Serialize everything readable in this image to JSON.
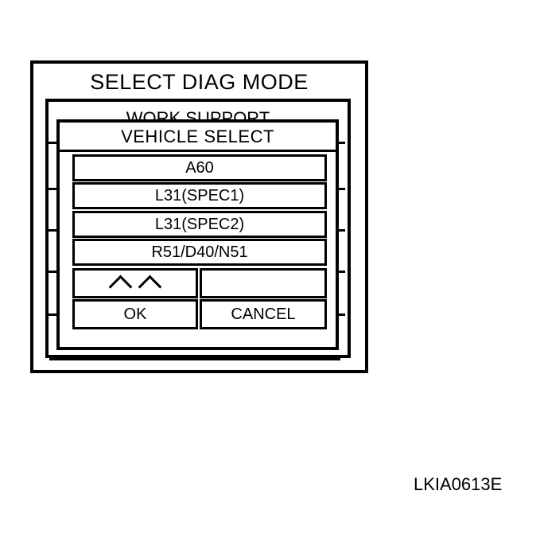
{
  "outer": {
    "title": "SELECT DIAG MODE"
  },
  "middle": {
    "title": "WORK SUPPORT"
  },
  "dialog": {
    "title": "VEHICLE SELECT",
    "items": [
      "A60",
      "L31(SPEC1)",
      "L31(SPEC2)",
      "R51/D40/N51"
    ],
    "page_up_icon": "double-chevron-up-icon",
    "ok_label": "OK",
    "cancel_label": "CANCEL"
  },
  "caption": "LKIA0613E"
}
